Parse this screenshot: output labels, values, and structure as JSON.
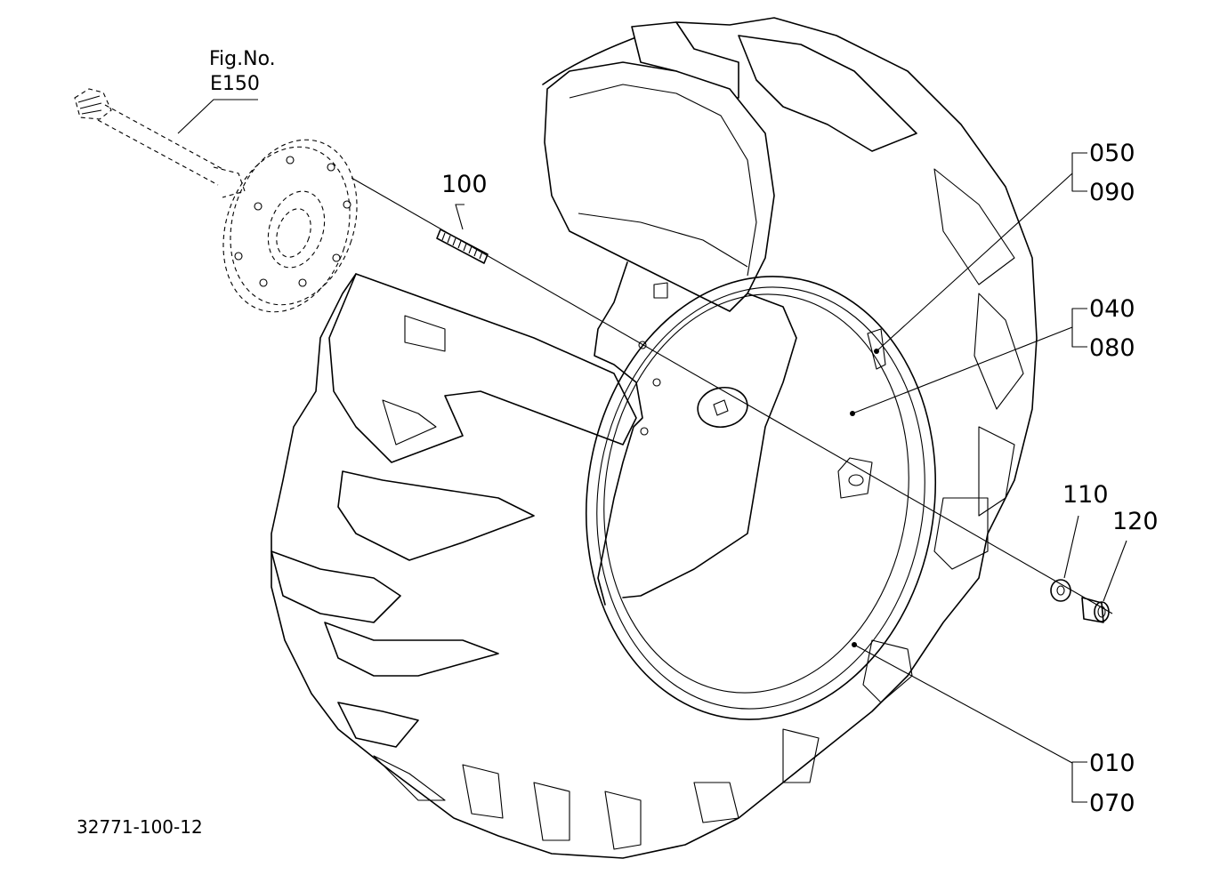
{
  "figure": {
    "fig_ref_label": "Fig.No.",
    "fig_ref_number": "E150",
    "drawing_number": "32771-100-12"
  },
  "callouts": [
    {
      "id": "c100",
      "text": "100"
    },
    {
      "id": "c050",
      "text": "050"
    },
    {
      "id": "c090",
      "text": "090"
    },
    {
      "id": "c040",
      "text": "040"
    },
    {
      "id": "c080",
      "text": "080"
    },
    {
      "id": "c110",
      "text": "110"
    },
    {
      "id": "c120",
      "text": "120"
    },
    {
      "id": "c010",
      "text": "010"
    },
    {
      "id": "c070",
      "text": "070"
    }
  ],
  "colors": {
    "line": "#000000",
    "background": "#ffffff"
  }
}
